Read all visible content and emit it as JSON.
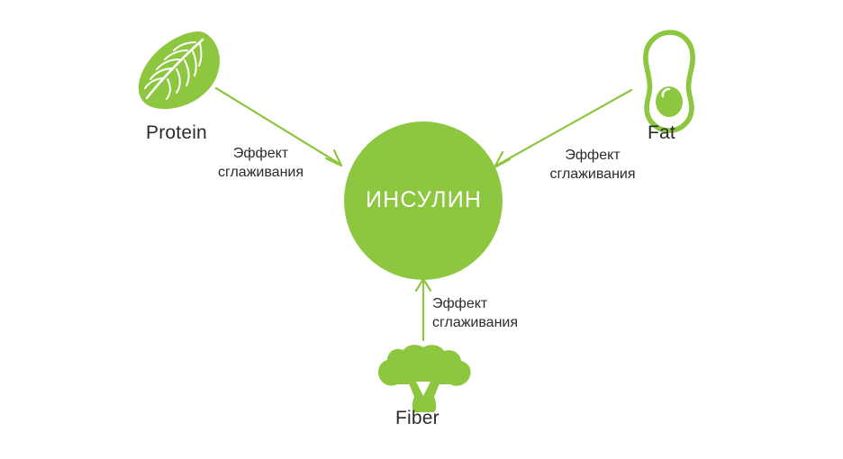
{
  "diagram": {
    "type": "influence-diagram",
    "background_color": "#ffffff",
    "accent_color": "#8dc63f",
    "text_color": "#2b2b2b",
    "hub": {
      "label": "ИНСУЛИН",
      "shape": "circle",
      "fill": "#8dc63f",
      "text_color": "#ffffff"
    },
    "nodes": [
      {
        "id": "protein",
        "label": "Protein",
        "icon": "leaf-icon",
        "position": "top-left"
      },
      {
        "id": "fat",
        "label": "Fat",
        "icon": "avocado-icon",
        "position": "top-right"
      },
      {
        "id": "fiber",
        "label": "Fiber",
        "icon": "broccoli-icon",
        "position": "bottom-center"
      }
    ],
    "edges": [
      {
        "id": "protein-to-insulin",
        "from": "protein",
        "to": "hub",
        "label_line1": "Эффект",
        "label_line2": "сглаживания",
        "color": "#8dc63f"
      },
      {
        "id": "fat-to-insulin",
        "from": "fat",
        "to": "hub",
        "label_line1": "Эффект",
        "label_line2": "сглаживания",
        "color": "#8dc63f"
      },
      {
        "id": "fiber-to-insulin",
        "from": "fiber",
        "to": "hub",
        "label_line1": "Эффект",
        "label_line2": "сглаживания",
        "color": "#8dc63f"
      }
    ]
  }
}
